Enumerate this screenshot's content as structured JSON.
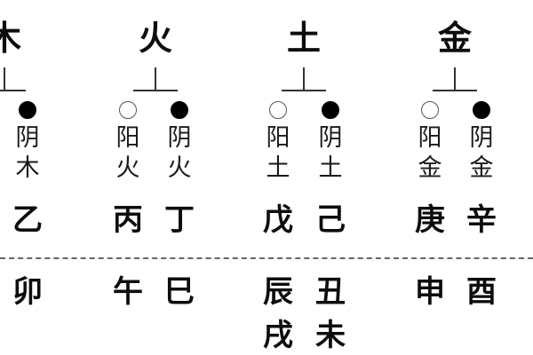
{
  "elements": [
    {
      "name": "木",
      "yang": {
        "symbol": "open-circle",
        "polarity": "",
        "label": ""
      },
      "yin": {
        "symbol": "filled-circle",
        "polarity": "阴",
        "label": "木"
      },
      "stems": [
        "",
        "乙"
      ],
      "branches": [
        [
          "",
          "卯"
        ]
      ]
    },
    {
      "name": "火",
      "yang": {
        "symbol": "open-circle",
        "polarity": "阳",
        "label": "火"
      },
      "yin": {
        "symbol": "filled-circle",
        "polarity": "阴",
        "label": "火"
      },
      "stems": [
        "丙",
        "丁"
      ],
      "branches": [
        [
          "午",
          "巳"
        ]
      ]
    },
    {
      "name": "土",
      "yang": {
        "symbol": "open-circle",
        "polarity": "阳",
        "label": "土"
      },
      "yin": {
        "symbol": "filled-circle",
        "polarity": "阴",
        "label": "土"
      },
      "stems": [
        "戊",
        "己"
      ],
      "branches": [
        [
          "辰",
          "丑"
        ],
        [
          "戌",
          "未"
        ]
      ]
    },
    {
      "name": "金",
      "yang": {
        "symbol": "open-circle",
        "polarity": "阳",
        "label": "金"
      },
      "yin": {
        "symbol": "filled-circle",
        "polarity": "阴",
        "label": "金"
      },
      "stems": [
        "庚",
        "辛"
      ],
      "branches": [
        [
          "申",
          "酉"
        ]
      ]
    }
  ],
  "legend": {
    "yang_symbol": "○",
    "yin_symbol": "●"
  },
  "colors": {
    "background": "#ffffff",
    "text": "#0d0d0d",
    "line": "#333333",
    "divider": "#666666"
  }
}
